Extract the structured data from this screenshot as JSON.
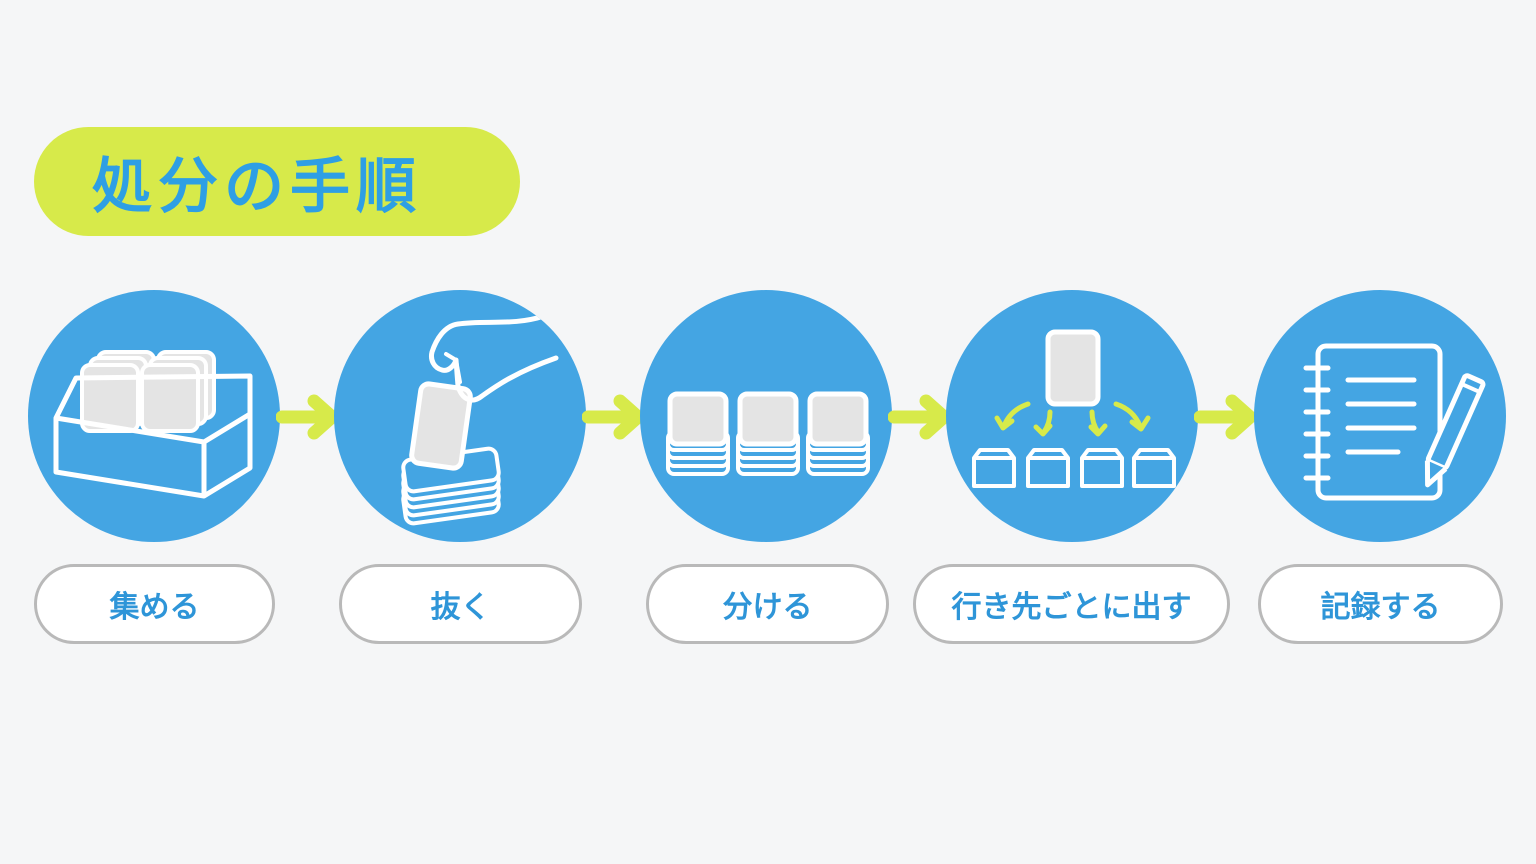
{
  "title": "処分の手順",
  "colors": {
    "background": "#f5f6f7",
    "title_pill": "#d7ea4a",
    "title_text": "#2e9fe4",
    "circle": "#44a5e3",
    "arrow": "#d7ea4a",
    "label_border": "#b9b9b9",
    "label_text": "#2e95d8"
  },
  "steps": [
    {
      "label": "集める",
      "icon": "card-box-icon"
    },
    {
      "label": "抜く",
      "icon": "hand-pulling-card-icon"
    },
    {
      "label": "分ける",
      "icon": "three-card-stacks-icon"
    },
    {
      "label": "行き先ごとに出す",
      "icon": "distribute-to-boxes-icon"
    },
    {
      "label": "記録する",
      "icon": "notebook-pencil-icon"
    }
  ]
}
